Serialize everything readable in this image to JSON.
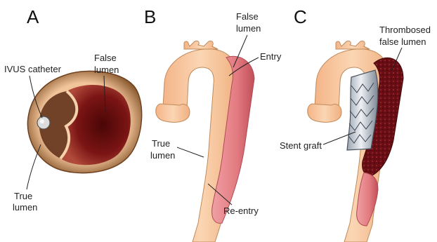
{
  "panels": {
    "a": {
      "letter": "A",
      "labels": {
        "ivus_line1": "IVUS catheter",
        "false_line1": "False",
        "false_line2": "lumen",
        "true_line1": "True",
        "true_line2": "lumen"
      }
    },
    "b": {
      "letter": "B",
      "labels": {
        "false_line1": "False",
        "false_line2": "lumen",
        "entry": "Entry",
        "true_line1": "True",
        "true_line2": "lumen",
        "reentry": "Re-entry"
      }
    },
    "c": {
      "letter": "C",
      "labels": {
        "thrombosed_line1": "Thrombosed",
        "thrombosed_line2": "false lumen",
        "stent_graft": "Stent graft"
      }
    }
  },
  "colors": {
    "aorta_fill": "#f9c8a0",
    "aorta_stroke": "#b88a60",
    "false_lumen": "#e6848a",
    "false_lumen_dark": "#c8505a",
    "thrombus": "#6e1018",
    "stent": "#d8dde4",
    "cross_section_dark": "#5a1210"
  }
}
